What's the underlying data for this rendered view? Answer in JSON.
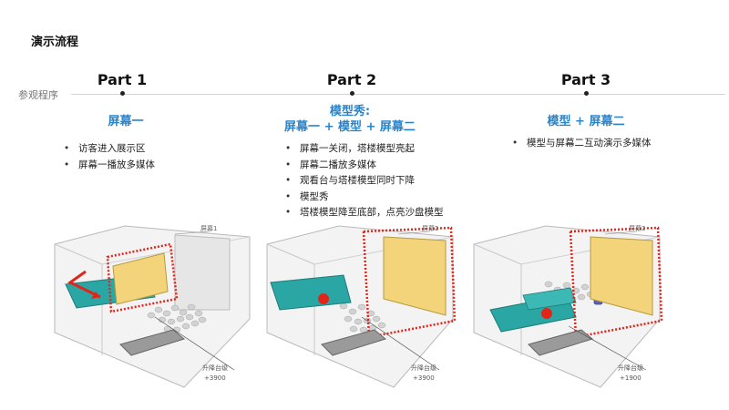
{
  "page_title": "演示流程",
  "timeline_label": "参观程序",
  "parts": [
    {
      "label": "Part 1",
      "screen_title_lines": [
        "屏幕一"
      ],
      "bullets": [
        "访客进入展示区",
        "屏幕一播放多媒体"
      ],
      "diagram": {
        "screen_label": "屏幕1",
        "lift_label": "升降台级",
        "lift_value": "+3900"
      }
    },
    {
      "label": "Part 2",
      "screen_title_lines": [
        "模型秀:",
        "屏幕一 + 模型 + 屏幕二"
      ],
      "bullets": [
        "屏幕一关闭，塔楼模型亮起",
        "屏幕二播放多媒体",
        "观看台与塔楼模型同时下降",
        "模型秀",
        "塔楼模型降至底部，点亮沙盘模型"
      ],
      "diagram": {
        "screen_label": "屏幕2",
        "lift_label": "升降台级",
        "lift_value": "+3900"
      }
    },
    {
      "label": "Part 3",
      "screen_title_lines": [
        "模型 + 屏幕二"
      ],
      "bullets": [
        "模型与屏幕二互动演示多媒体"
      ],
      "diagram": {
        "screen_label": "屏幕2",
        "lift_label": "升降台级",
        "lift_value": "+1900"
      }
    }
  ],
  "colors": {
    "accent_blue": "#2a83c8",
    "screen_yellow": "#f4d47a",
    "platform_teal": "#2aa7a4",
    "highlight_red": "#e0261b"
  }
}
